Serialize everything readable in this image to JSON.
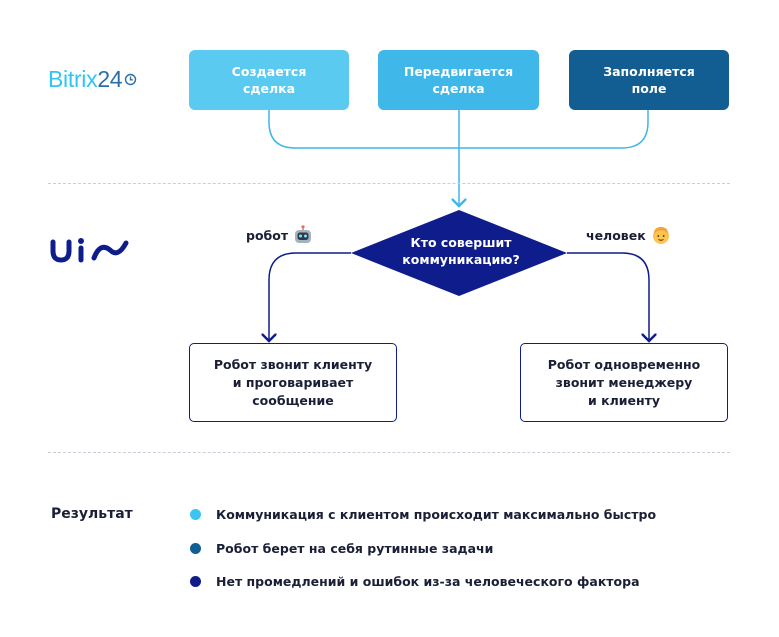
{
  "logos": {
    "bitrix_text": "Bitrix",
    "bitrix_num": "24",
    "uis_text": "uis"
  },
  "triggers": [
    {
      "label": "Создается\nсделка",
      "color": "#5bcaf0"
    },
    {
      "label": "Передвигается\nсделка",
      "color": "#3fb7e8"
    },
    {
      "label": "Заполняется\nполе",
      "color": "#125e92"
    }
  ],
  "decision": {
    "label": "Кто совершит\nкоммуникацию?",
    "color": "#0f1d8c"
  },
  "branches": {
    "left": {
      "label": "робот",
      "icon": "robot-icon"
    },
    "right": {
      "label": "человек",
      "icon": "person-icon"
    }
  },
  "outcomes": {
    "left": "Робот звонит клиенту\nи проговаривает\nсообщение",
    "right": "Робот одновременно\nзвонит менеджеру\nи клиенту"
  },
  "result": {
    "title": "Результат",
    "items": [
      {
        "text": "Коммуникация с клиентом происходит максимально быстро",
        "color": "#3fc4ef"
      },
      {
        "text": "Робот берет на себя рутинные задачи",
        "color": "#125e92"
      },
      {
        "text": "Нет промедлений и ошибок из-за человеческого фактора",
        "color": "#0f1d8c"
      }
    ]
  }
}
